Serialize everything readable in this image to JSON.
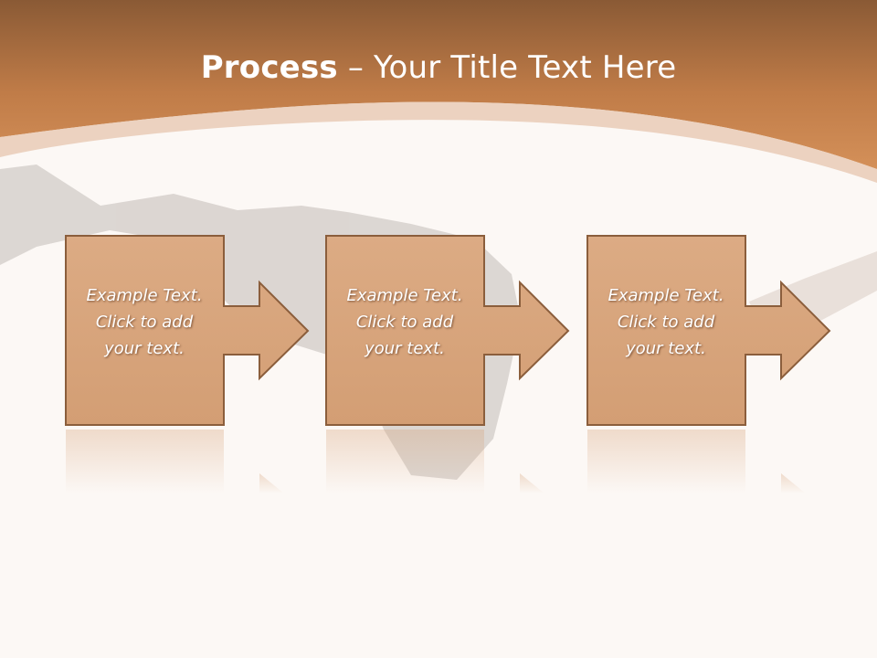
{
  "slide": {
    "title_bold": "Process",
    "title_rest": " – Your Title Text Here"
  },
  "steps": [
    {
      "line1": "Example Text.",
      "line2": "Click  to add",
      "line3": "your text."
    },
    {
      "line1": "Example Text.",
      "line2": "Click  to add",
      "line3": "your text."
    },
    {
      "line1": "Example Text.",
      "line2": "Click  to add",
      "line3": "your text."
    }
  ],
  "colors": {
    "header_dark": "#8a5a35",
    "header_light": "#d08a52",
    "box_fill": "#d7a47c",
    "box_border": "#8b5e3c",
    "background": "#fcf8f5"
  },
  "background_image": "faded-gymnast-photo"
}
